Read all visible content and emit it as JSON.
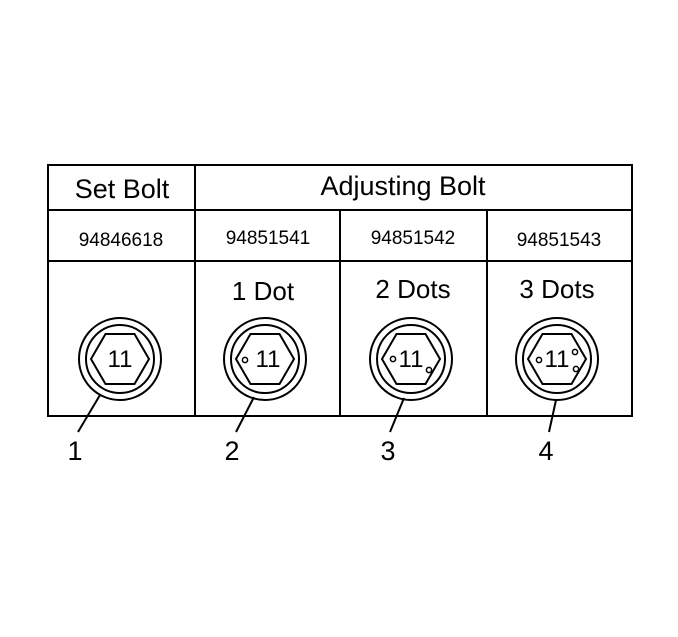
{
  "table": {
    "set_bolt_header": "Set Bolt",
    "adjusting_bolt_header": "Adjusting Bolt"
  },
  "bolts": [
    {
      "part_number": "94846618",
      "dot_label": "",
      "head_marking": "11",
      "dot_count": 0,
      "callout": "1"
    },
    {
      "part_number": "94851541",
      "dot_label": "1 Dot",
      "head_marking": "11",
      "dot_count": 1,
      "callout": "2"
    },
    {
      "part_number": "94851542",
      "dot_label": "2 Dots",
      "head_marking": "11",
      "dot_count": 2,
      "callout": "3"
    },
    {
      "part_number": "94851543",
      "dot_label": "3 Dots",
      "head_marking": "11",
      "dot_count": 3,
      "callout": "4"
    }
  ]
}
